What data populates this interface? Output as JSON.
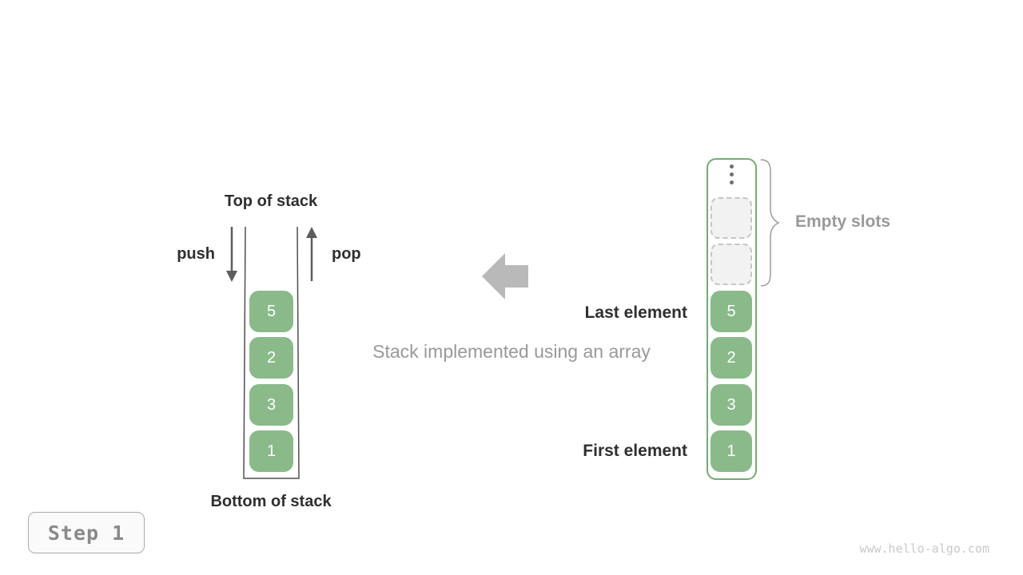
{
  "figure": {
    "stack": {
      "top_label": "Top of stack",
      "bottom_label": "Bottom of stack",
      "push_label": "push",
      "pop_label": "pop",
      "blocks": [
        "5",
        "2",
        "3",
        "1"
      ]
    },
    "caption": "Stack implemented using an array",
    "array": {
      "blocks": [
        "5",
        "2",
        "3",
        "1"
      ],
      "empty_slot_count": 2,
      "last_element_label": "Last element",
      "first_element_label": "First element",
      "empty_slots_label": "Empty slots"
    },
    "step_label": "Step 1",
    "watermark": "www.hello-algo.com"
  },
  "colors": {
    "block-green": "#8aba8a",
    "array-border-green": "#72ac72",
    "slot-bg": "#f2f2f2",
    "slot-border": "#c6c6c6",
    "dark-text": "#2f2f2f",
    "gray-text": "#999999",
    "big-arrow": "#b9b9b9",
    "small-arrow": "#5c5c5c",
    "container-line": "#4f4f4f",
    "brace": "#9a9a9a",
    "dots": "#6f6f6f",
    "step-text": "#8a8a8a",
    "step-border": "#aaaaaa",
    "step-bg": "#fafafa",
    "watermark": "#c9c9c9"
  }
}
